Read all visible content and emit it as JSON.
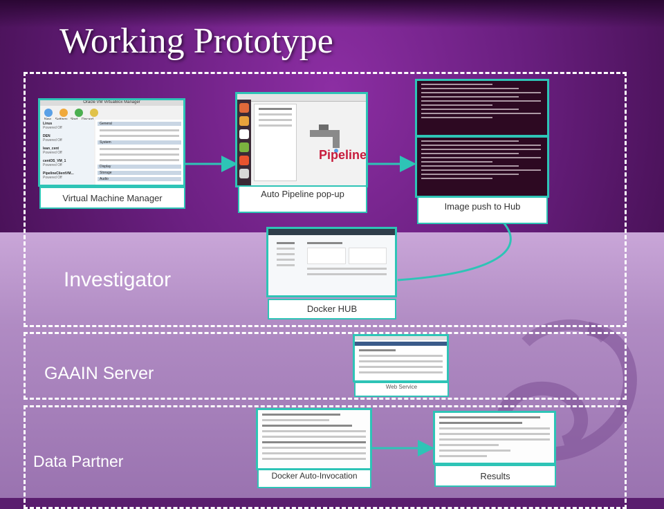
{
  "title": "Working Prototype",
  "zones": [
    {
      "label": "Investigator"
    },
    {
      "label": "GAAIN Server"
    },
    {
      "label": "Data Partner"
    }
  ],
  "captions": {
    "vm_manager": "Virtual Machine Manager",
    "auto_pipeline": "Auto Pipeline pop-up",
    "image_push": "Image push to Hub",
    "docker_hub": "Docker HUB",
    "web_service": "Web Service",
    "docker_auto": "Docker Auto-Invocation",
    "results": "Results"
  },
  "screens": {
    "vm_window_title": "Oracle VM VirtualBox Manager",
    "vm_toolbar": [
      "New",
      "Settings",
      "Start",
      "Discard"
    ],
    "vm_list": [
      {
        "name": "Linus",
        "state": "Powered Off"
      },
      {
        "name": "DEN",
        "state": "Powered Off"
      },
      {
        "name": "lean_cent",
        "state": "Powered Off"
      },
      {
        "name": "centOS_VM_1",
        "state": "Powered Off"
      },
      {
        "name": "PipelineClientVM...",
        "state": "Powered Off"
      }
    ],
    "vm_sections": [
      "General",
      "System",
      "Display",
      "Storage",
      "Audio"
    ],
    "pipeline_logo": "Pipeline"
  },
  "colors": {
    "accent": "#2ec4b6",
    "dashed": "#ffffff",
    "background": "#6a1f80"
  }
}
